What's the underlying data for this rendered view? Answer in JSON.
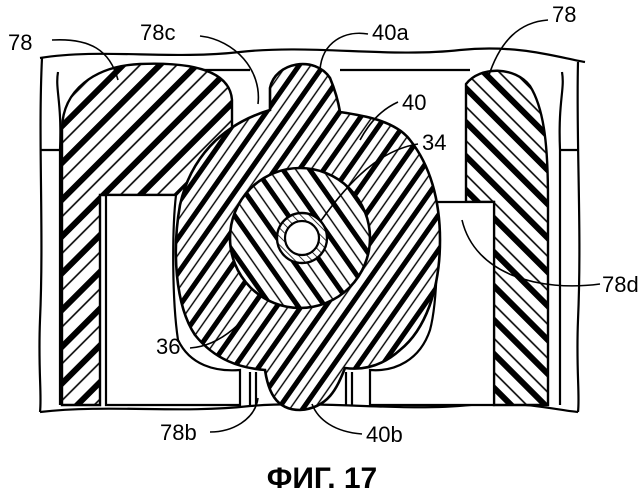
{
  "figure": {
    "caption": "ФИГ. 17",
    "labels": {
      "l78_left": "78",
      "l78c": "78c",
      "l40a": "40a",
      "l78_right": "78",
      "l40": "40",
      "l34": "34",
      "l78d": "78d",
      "l36": "36",
      "l78b": "78b",
      "l40b": "40b"
    }
  },
  "style": {
    "ink": "#000000",
    "paper": "#ffffff"
  }
}
